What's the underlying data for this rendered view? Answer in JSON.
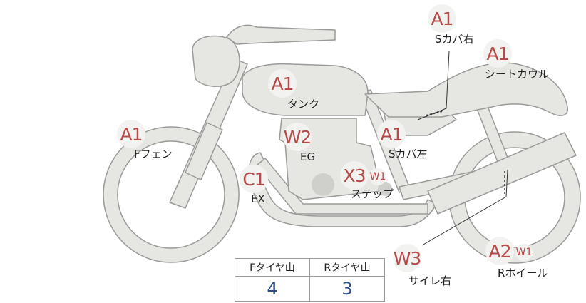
{
  "parts": [
    {
      "code": "A1",
      "label": "Sカバ右"
    },
    {
      "code": "A1",
      "label": "シートカウル"
    },
    {
      "code": "A1",
      "label": "タンク"
    },
    {
      "code": "A1",
      "label": "Fフェン"
    },
    {
      "code": "W2",
      "label": "EG"
    },
    {
      "code": "A1",
      "label": "Sカバ左"
    },
    {
      "code": "C1",
      "label": "EX"
    },
    {
      "code": "X3",
      "sub_code": "W1",
      "label": "ステップ"
    },
    {
      "code": "W3",
      "label": "サイレ右"
    },
    {
      "code": "A2",
      "sub_code": "W1",
      "label": "Rホイール"
    }
  ],
  "tread_table": {
    "headers": [
      "Fタイヤ山",
      "Rタイヤ山"
    ],
    "values": [
      "4",
      "3"
    ]
  }
}
